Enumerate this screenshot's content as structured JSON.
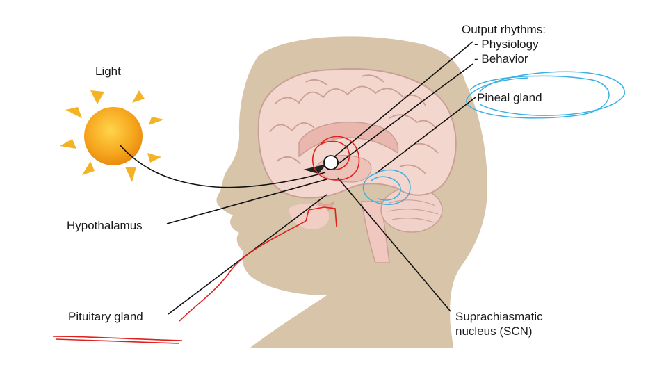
{
  "labels": {
    "light": "Light",
    "output_title": "Output rhythms:",
    "output_physiology": "- Physiology",
    "output_behavior": "- Behavior",
    "pineal": "Pineal gland",
    "hypothalamus": "Hypothalamus",
    "pituitary": "Pituitary gland",
    "scn_line1": "Suprachiasmatic",
    "scn_line2": "nucleus (SCN)"
  },
  "colors": {
    "head": "#d7c4a9",
    "brain": "#f3d6cd",
    "brain_fold": "#c99f96",
    "sun": "#f5a41c",
    "sun_rays": "#f4b324",
    "leader_line": "#111111",
    "red_annotation": "#e0201b",
    "blue_annotation": "#3ab0e2"
  }
}
